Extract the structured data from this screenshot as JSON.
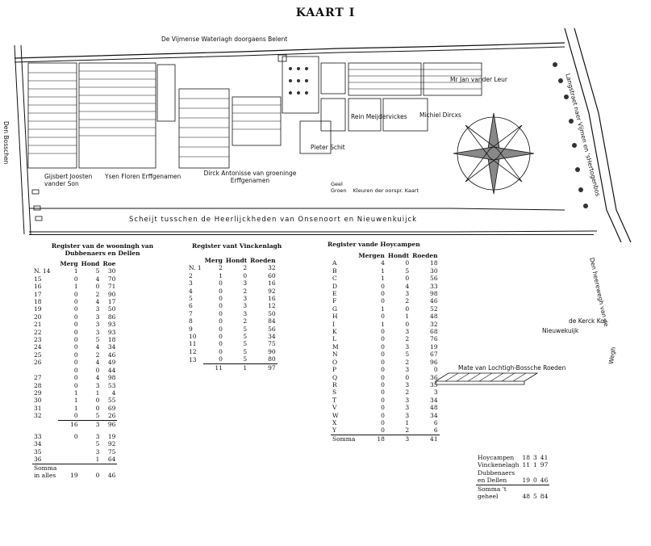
{
  "title": "KAART I",
  "map": {
    "top_road": "De Vijmense Wateriagh doorgaens Belent",
    "border_line": "Scheijt tusschen de Heerlijckheden van Onsenoort en Nieuwenkuijck",
    "right_road": "Langstraet naer Vijmen en 'sHertogenbos",
    "lower_right_road": "Den heerewegh van de",
    "bottom_right_road": "Wegh",
    "left_road": "Den Bosschen",
    "owners": [
      "Mr Jan vander Leur",
      "Rein Meijdervickes",
      "Michiel Dircxs",
      "Pieter Schit",
      "Gijsbert Joosten vander Son",
      "Ysen Floren Erffgenamen",
      "Dirck Antonisse van groeninge Erffgenamen"
    ],
    "legend": [
      "Geel",
      "Groen",
      "Kleuren der oorspr. Kaart"
    ],
    "places": [
      "de Kerck Kol",
      "Nieuwekuijk"
    ],
    "scale_label": "Mate van Lochtigh-Bossche Roeden"
  },
  "reg1": {
    "title": "Register van de wooningh van Dubbenaers en Dellen",
    "headers": [
      "Merg",
      "Hond",
      "Roe"
    ],
    "rows": [
      [
        "N. 14",
        "1",
        "5",
        "30"
      ],
      [
        "15",
        "0",
        "4",
        "70"
      ],
      [
        "16",
        "1",
        "0",
        "71"
      ],
      [
        "17",
        "0",
        "2",
        "90"
      ],
      [
        "18",
        "0",
        "4",
        "17"
      ],
      [
        "19",
        "0",
        "3",
        "50"
      ],
      [
        "20",
        "0",
        "3",
        "86"
      ],
      [
        "21",
        "0",
        "3",
        "93"
      ],
      [
        "22",
        "0",
        "3",
        "93"
      ],
      [
        "23",
        "0",
        "5",
        "18"
      ],
      [
        "24",
        "0",
        "4",
        "34"
      ],
      [
        "25",
        "0",
        "2",
        "46"
      ],
      [
        "26",
        "0",
        "4",
        "49"
      ],
      [
        "",
        "0",
        "0",
        "44"
      ],
      [
        "27",
        "0",
        "4",
        "98"
      ],
      [
        "28",
        "0",
        "3",
        "53"
      ],
      [
        "29",
        "1",
        "1",
        "4"
      ],
      [
        "30",
        "1",
        "0",
        "55"
      ],
      [
        "31",
        "1",
        "0",
        "69"
      ],
      [
        "32",
        "0",
        "5",
        "26"
      ]
    ],
    "subtotal": [
      "16",
      "3",
      "96"
    ],
    "rows2": [
      [
        "33",
        "0",
        "3",
        "19"
      ],
      [
        "34",
        "",
        "5",
        "92"
      ],
      [
        "35",
        "",
        "3",
        "75"
      ],
      [
        "36",
        "",
        "1",
        "64"
      ]
    ],
    "total_label_1": "Somma",
    "total_label_2": "in alles",
    "total": [
      "19",
      "0",
      "46"
    ]
  },
  "reg2": {
    "title": "Register vant Vinckenlagh",
    "headers": [
      "Merg",
      "Hondt",
      "Roeden"
    ],
    "rows": [
      [
        "N. 1",
        "2",
        "2",
        "32"
      ],
      [
        "2",
        "1",
        "0",
        "60"
      ],
      [
        "3",
        "0",
        "3",
        "16"
      ],
      [
        "4",
        "0",
        "2",
        "92"
      ],
      [
        "5",
        "0",
        "3",
        "16"
      ],
      [
        "6",
        "0",
        "3",
        "12"
      ],
      [
        "7",
        "0",
        "3",
        "50"
      ],
      [
        "8",
        "0",
        "2",
        "84"
      ],
      [
        "9",
        "0",
        "5",
        "56"
      ],
      [
        "10",
        "0",
        "5",
        "34"
      ],
      [
        "11",
        "0",
        "5",
        "75"
      ],
      [
        "12",
        "0",
        "5",
        "90"
      ],
      [
        "13",
        "0",
        "5",
        "80"
      ]
    ],
    "total": [
      "11",
      "1",
      "97"
    ]
  },
  "reg3": {
    "title": "Register vande Hoycampen",
    "headers": [
      "Mergen",
      "Hondt",
      "Roeden"
    ],
    "rows": [
      [
        "A",
        "4",
        "0",
        "18"
      ],
      [
        "B",
        "1",
        "5",
        "30"
      ],
      [
        "C",
        "1",
        "0",
        "56"
      ],
      [
        "D",
        "0",
        "4",
        "33"
      ],
      [
        "E",
        "0",
        "3",
        "98"
      ],
      [
        "F",
        "0",
        "2",
        "46"
      ],
      [
        "G",
        "1",
        "0",
        "52"
      ],
      [
        "H",
        "0",
        "1",
        "48"
      ],
      [
        "I",
        "1",
        "0",
        "32"
      ],
      [
        "K",
        "0",
        "3",
        "68"
      ],
      [
        "L",
        "0",
        "2",
        "76"
      ],
      [
        "M",
        "0",
        "3",
        "19"
      ],
      [
        "N",
        "0",
        "5",
        "67"
      ],
      [
        "O",
        "0",
        "2",
        "96"
      ],
      [
        "P",
        "0",
        "3",
        "0"
      ],
      [
        "Q",
        "0",
        "0",
        "36"
      ],
      [
        "R",
        "0",
        "3",
        "35"
      ],
      [
        "S",
        "0",
        "2",
        "3"
      ],
      [
        "T",
        "0",
        "3",
        "34"
      ],
      [
        "V",
        "0",
        "3",
        "48"
      ],
      [
        "W",
        "0",
        "3",
        "34"
      ],
      [
        "X",
        "0",
        "1",
        "6"
      ],
      [
        "Y",
        "0",
        "2",
        "6"
      ]
    ],
    "total_label": "Somma",
    "total": [
      "18",
      "3",
      "41"
    ]
  },
  "summary": {
    "rows": [
      [
        "Hoycampen",
        "18",
        "3",
        "41"
      ],
      [
        "Vinckenelagh",
        "11",
        "1",
        "97"
      ],
      [
        "Dubbenaers",
        "",
        "",
        ""
      ],
      [
        "en Dellen",
        "19",
        "0",
        "46"
      ]
    ],
    "total_label_1": "Somma 't",
    "total_label_2": "geheel",
    "total": [
      "48",
      "5",
      "84"
    ]
  }
}
